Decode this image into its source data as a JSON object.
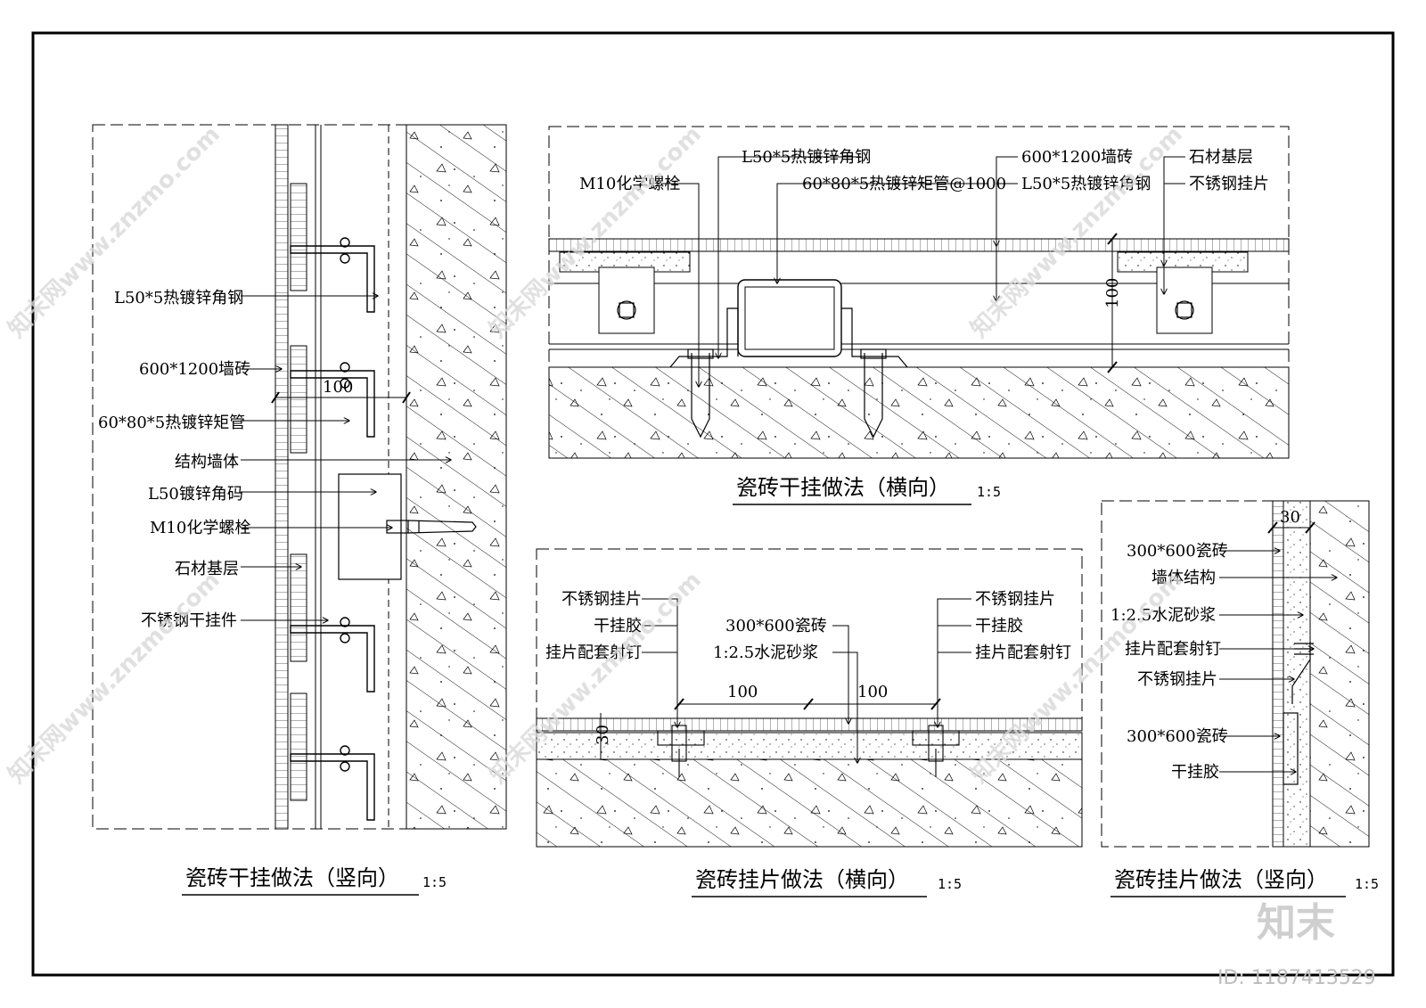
{
  "panels": {
    "vertical_dry": {
      "title": "瓷砖干挂做法（竖向）",
      "scale": "1:5",
      "labels": [
        "L50*5热镀锌角钢",
        "600*1200墙砖",
        "60*80*5热镀锌矩管",
        "结构墙体",
        "L50镀锌角码",
        "M10化学螺栓",
        "石材基层",
        "不锈钢干挂件"
      ],
      "dim": "100"
    },
    "horizontal_dry": {
      "title": "瓷砖干挂做法（横向）",
      "scale": "1:5",
      "labels_left": [
        "L50*5热镀锌角钢",
        "M10化学螺栓",
        "60*80*5热镀锌矩管@1000"
      ],
      "labels_right": [
        "600*1200墙砖",
        "L50*5热镀锌角钢",
        "石材基层",
        "不锈钢挂片"
      ],
      "dim": "100"
    },
    "horizontal_clip": {
      "title": "瓷砖挂片做法（横向）",
      "scale": "1:5",
      "labels_left": [
        "不锈钢挂片",
        "干挂胶",
        "挂片配套射钉"
      ],
      "labels_center": [
        "300*600瓷砖",
        "1:2.5水泥砂浆"
      ],
      "labels_right": [
        "不锈钢挂片",
        "干挂胶",
        "挂片配套射钉"
      ],
      "dims": [
        "100",
        "100",
        "30"
      ]
    },
    "vertical_clip": {
      "title": "瓷砖挂片做法（竖向）",
      "scale": "1:5",
      "labels": [
        "300*600瓷砖",
        "墙体结构",
        "1:2.5水泥砂浆",
        "挂片配套射钉",
        "不锈钢挂片",
        "300*600瓷砖",
        "干挂胶"
      ],
      "dim": "30"
    }
  },
  "watermark": {
    "text": "知末网www.znzmo.com",
    "logo": "知末",
    "id": "ID: 1187413529"
  },
  "icons": [
    "anchor-bolt-icon",
    "angle-steel-icon",
    "clip-icon"
  ]
}
